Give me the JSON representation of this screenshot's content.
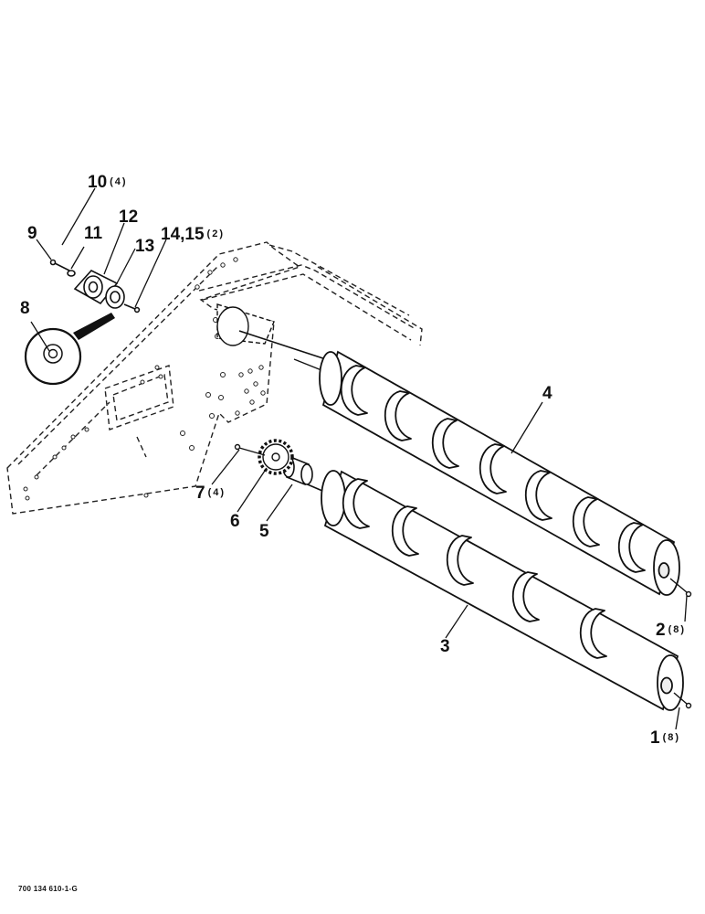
{
  "callouts": [
    {
      "id": "c1",
      "num": "1",
      "qty": "(8)"
    },
    {
      "id": "c2",
      "num": "2",
      "qty": "(8)"
    },
    {
      "id": "c3",
      "num": "3",
      "qty": ""
    },
    {
      "id": "c4",
      "num": "4",
      "qty": ""
    },
    {
      "id": "c5",
      "num": "5",
      "qty": ""
    },
    {
      "id": "c6",
      "num": "6",
      "qty": ""
    },
    {
      "id": "c7",
      "num": "7",
      "qty": "(4)"
    },
    {
      "id": "c8",
      "num": "8",
      "qty": ""
    },
    {
      "id": "c9",
      "num": "9",
      "qty": ""
    },
    {
      "id": "c10",
      "num": "10",
      "qty": "(4)"
    },
    {
      "id": "c11",
      "num": "11",
      "qty": ""
    },
    {
      "id": "c12",
      "num": "12",
      "qty": ""
    },
    {
      "id": "c13",
      "num": "13",
      "qty": ""
    },
    {
      "id": "c14",
      "num": "14,15",
      "qty": "(2)"
    }
  ],
  "figure_number": "700 134 610-1-G"
}
